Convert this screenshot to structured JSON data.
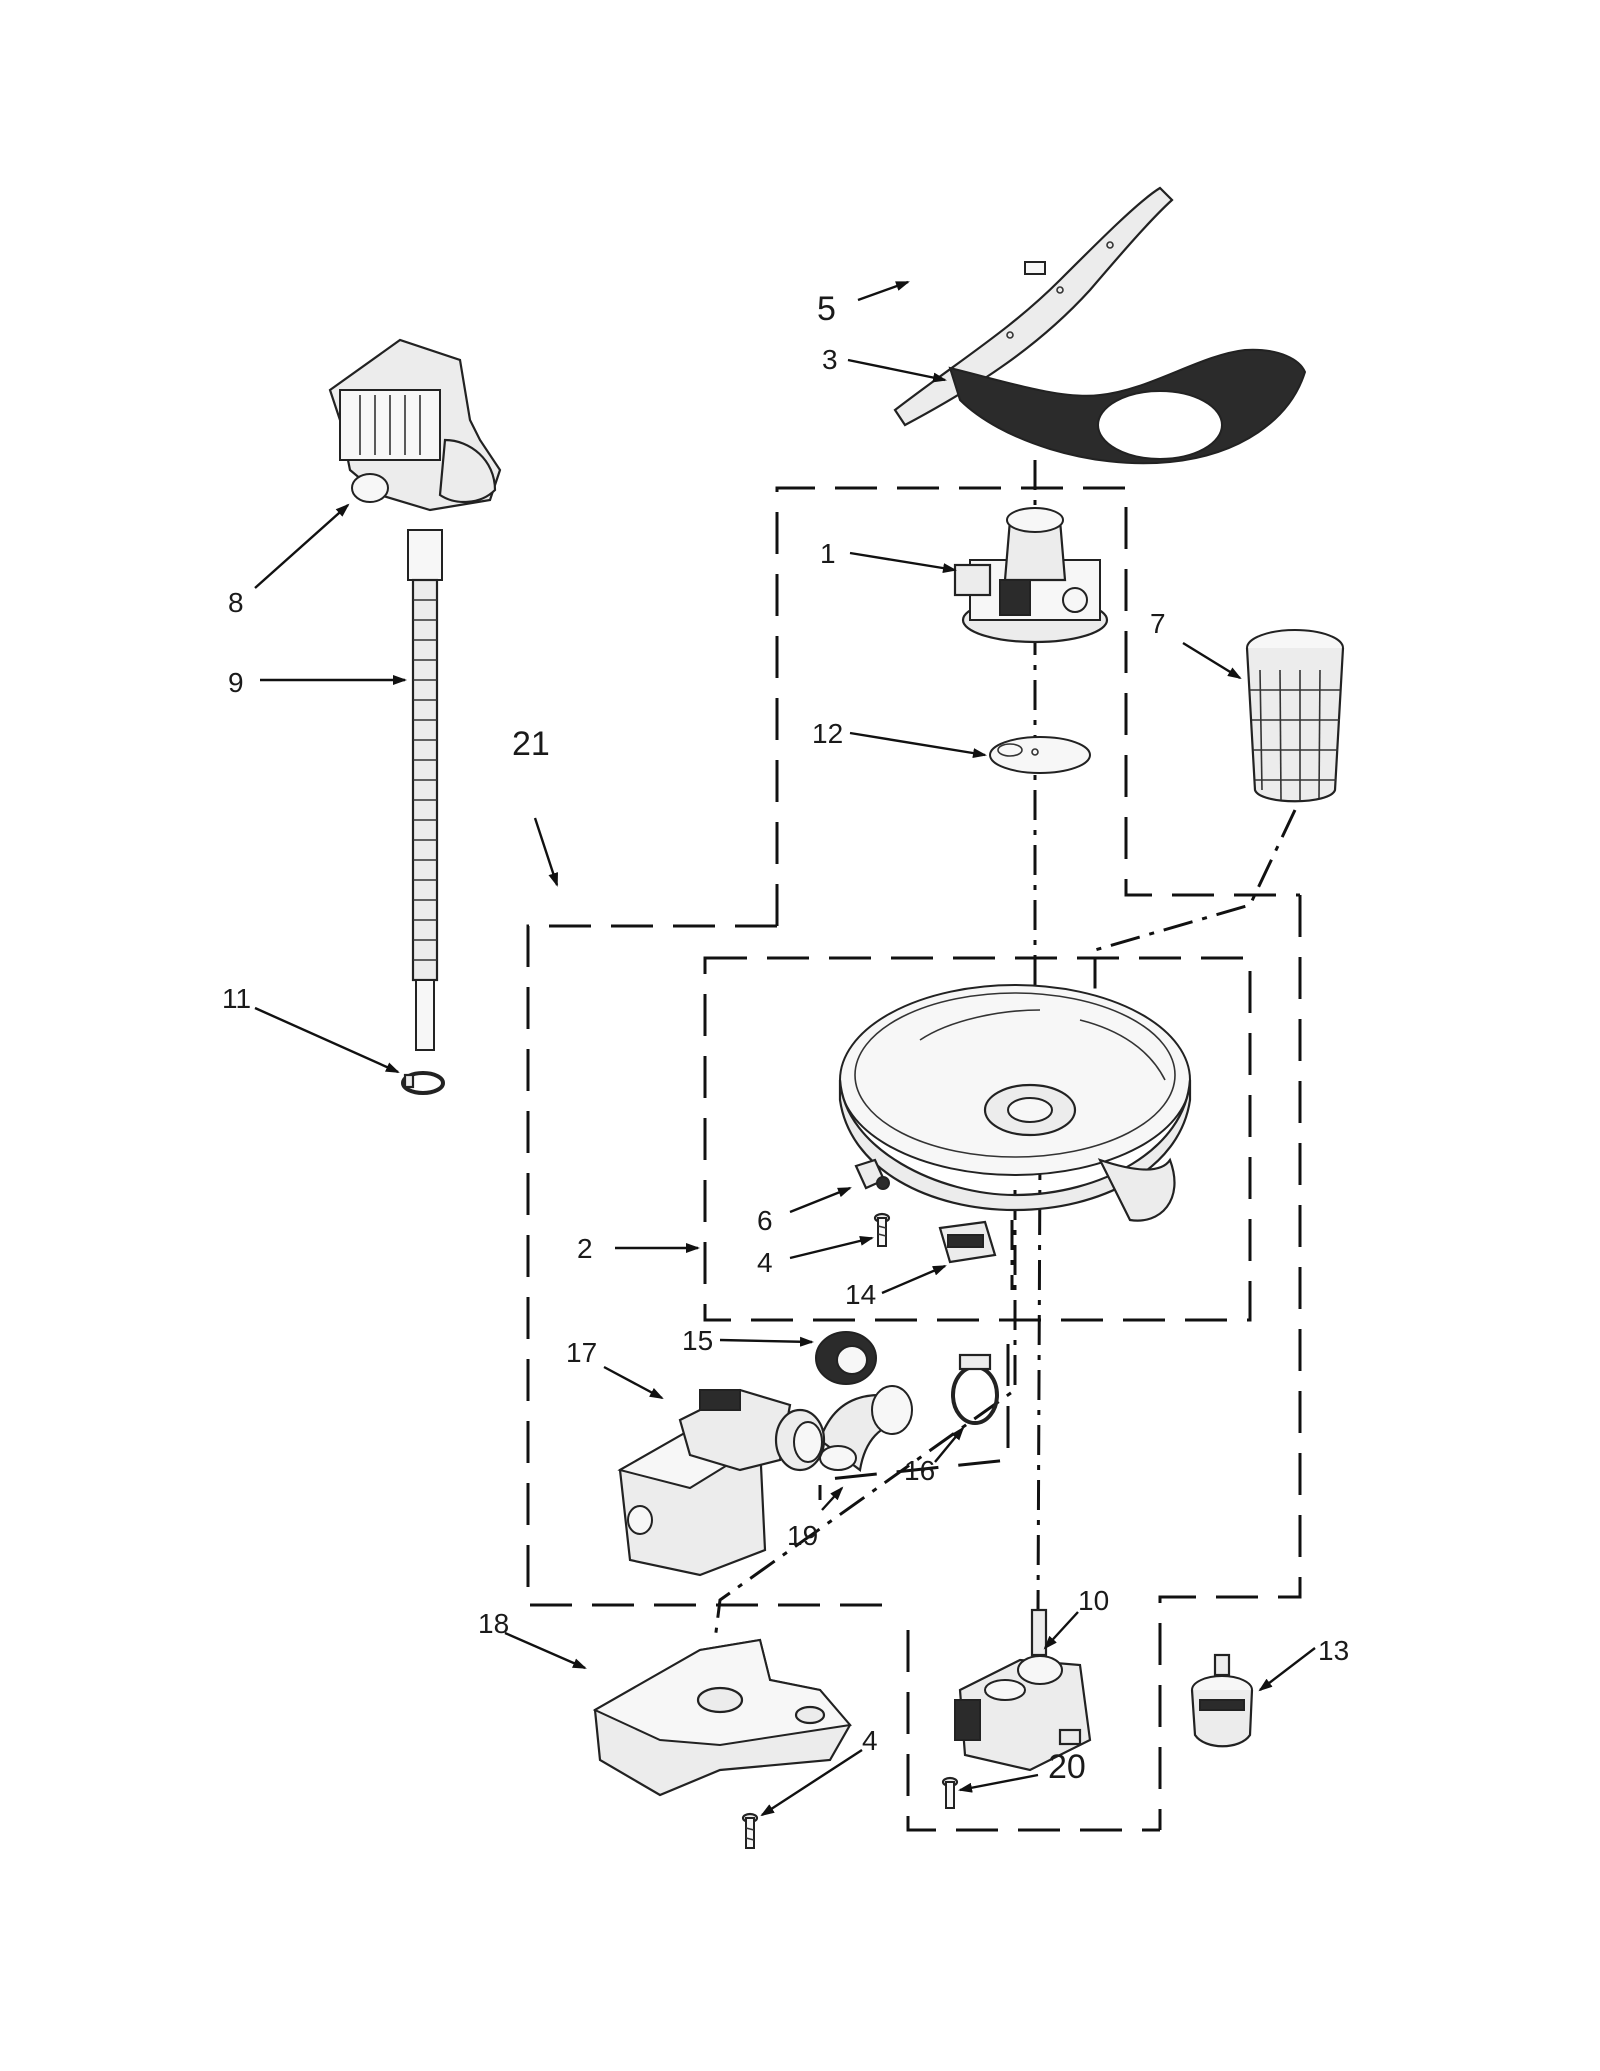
{
  "callouts": {
    "c1": "1",
    "c2": "2",
    "c3": "3",
    "c4a": "4",
    "c4b": "4",
    "c5": "5",
    "c6": "6",
    "c7": "7",
    "c8": "8",
    "c9": "9",
    "c10": "10",
    "c11": "11",
    "c12": "12",
    "c13": "13",
    "c14": "14",
    "c15": "15",
    "c16": "16",
    "c17": "17",
    "c18": "18",
    "c19": "19",
    "c20": "20",
    "c21": "21"
  },
  "icons": [
    "drain-pump-icon",
    "drain-hose-icon",
    "hose-clamp-icon",
    "spray-arm-icon",
    "filter-cover-icon",
    "filter-housing-icon",
    "mesh-filter-icon",
    "check-valve-disc-icon",
    "sump-base-icon",
    "sensor-clip-icon",
    "screw-icon",
    "sensor-module-icon",
    "seal-ring-icon",
    "clamp-ring-icon",
    "elbow-hose-icon",
    "circulation-pump-icon",
    "pump-cover-icon",
    "diverter-motor-icon",
    "thermostat-icon"
  ],
  "colors": {
    "line": "#111111",
    "part_fill": "#ececec",
    "dark_fill": "#2b2b2b",
    "background": "#ffffff"
  }
}
